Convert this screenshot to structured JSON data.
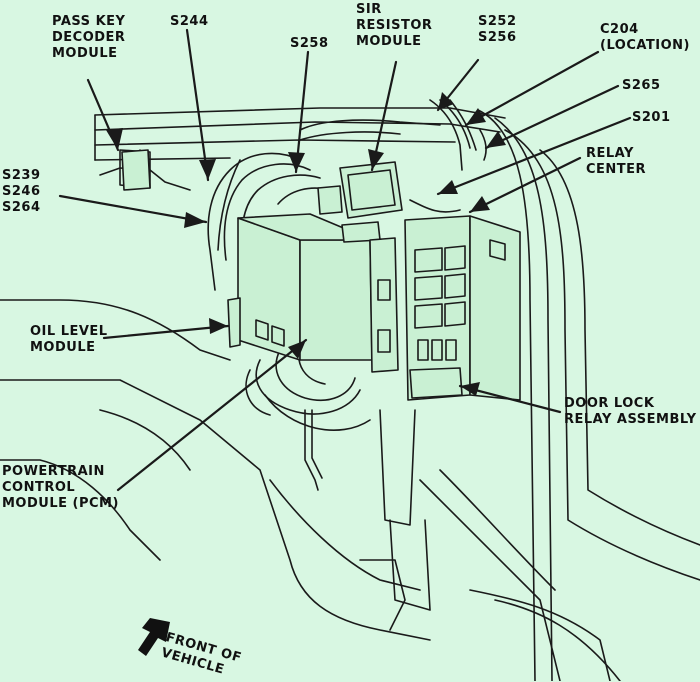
{
  "colors": {
    "background": "#d8f7e2",
    "line": "#1a1a1a",
    "component_fill": "#c9f0d3"
  },
  "labels": {
    "pass_key": [
      "PASS KEY",
      "DECODER",
      "MODULE"
    ],
    "s244": "S244",
    "s258": "S258",
    "sir": [
      "SIR",
      "RESISTOR",
      "MODULE"
    ],
    "s252_s256": [
      "S252",
      "S256"
    ],
    "c204": [
      "C204",
      "(LOCATION)"
    ],
    "s265": "S265",
    "s201": "S201",
    "relay_center": [
      "RELAY",
      "CENTER"
    ],
    "s239_group": [
      "S239",
      "S246",
      "S264"
    ],
    "oil_level": [
      "OIL LEVEL",
      "MODULE"
    ],
    "door_lock": [
      "DOOR LOCK",
      "RELAY ASSEMBLY"
    ],
    "pcm": [
      "POWERTRAIN",
      "CONTROL",
      "MODULE (PCM)"
    ],
    "front_of_vehicle": [
      "FRONT OF",
      "VEHICLE"
    ]
  },
  "icons": {
    "front_arrow": "arrow-down-left-icon"
  }
}
